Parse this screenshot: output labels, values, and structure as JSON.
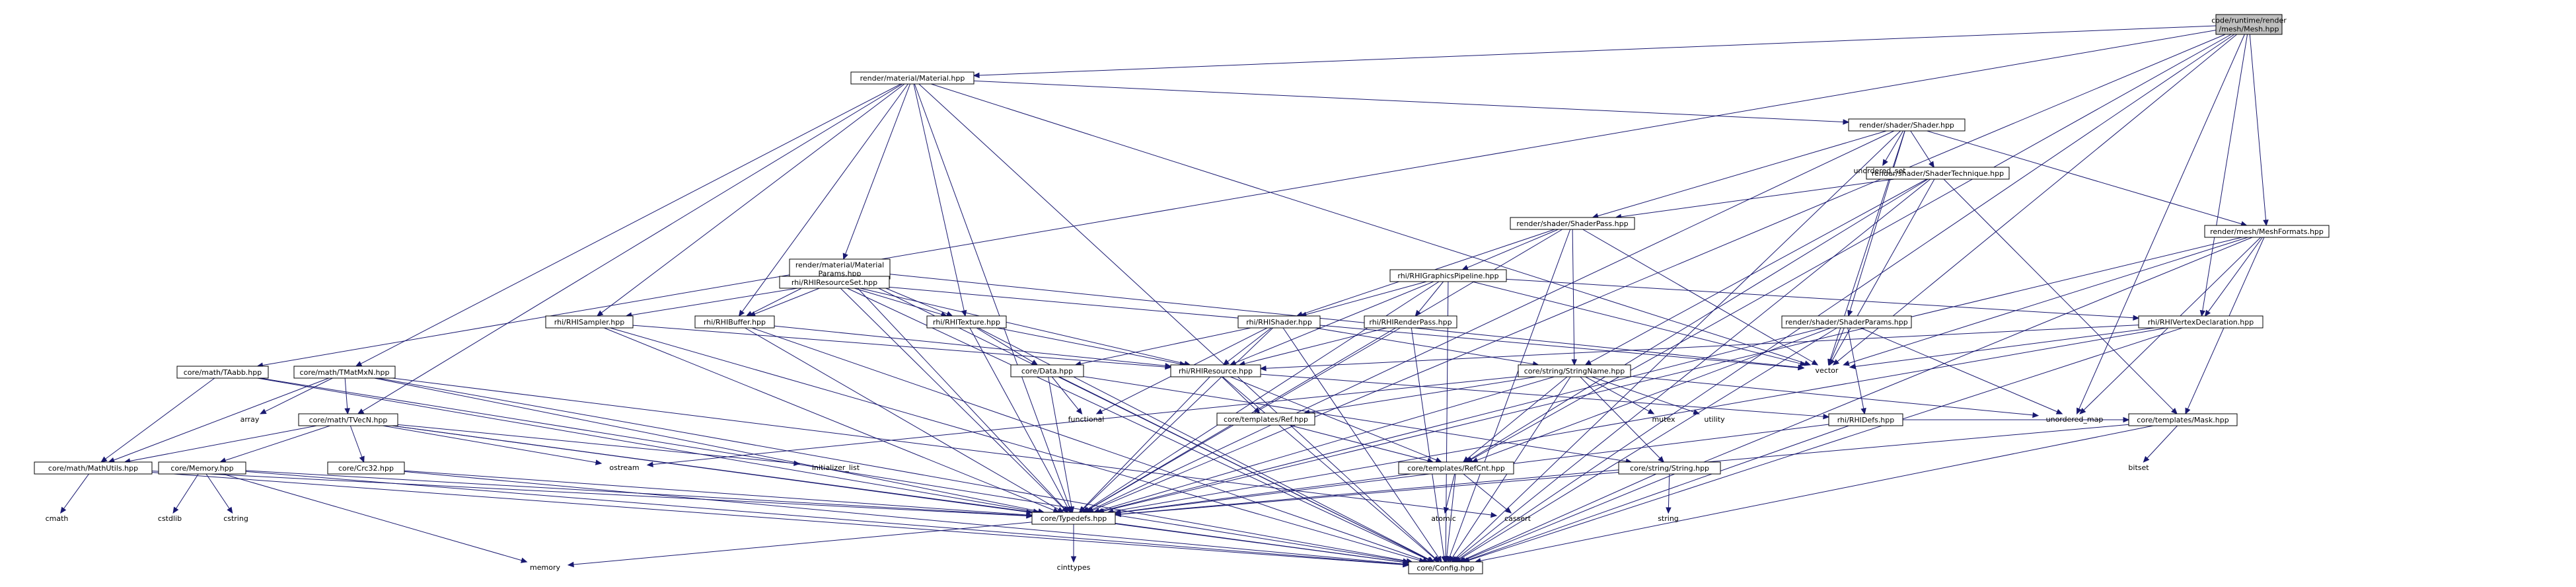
{
  "graph": {
    "nodes": [
      {
        "id": "mesh",
        "label": "code/runtime/render\n/mesh/Mesh.hpp",
        "kind": "root"
      },
      {
        "id": "material",
        "label": "render/material/Material.hpp",
        "kind": "box"
      },
      {
        "id": "shader",
        "label": "render/shader/Shader.hpp",
        "kind": "box"
      },
      {
        "id": "shadertech",
        "label": "render/shader/ShaderTechnique.hpp",
        "kind": "box"
      },
      {
        "id": "shaderpass",
        "label": "render/shader/ShaderPass.hpp",
        "kind": "box"
      },
      {
        "id": "matparams",
        "label": "render/material/Material\nParams.hpp",
        "kind": "box"
      },
      {
        "id": "resset",
        "label": "rhi/RHIResourceSet.hpp",
        "kind": "box"
      },
      {
        "id": "pipeline",
        "label": "rhi/RHIGraphicsPipeline.hpp",
        "kind": "box"
      },
      {
        "id": "meshformats",
        "label": "render/mesh/MeshFormats.hpp",
        "kind": "box"
      },
      {
        "id": "vertexdecl",
        "label": "rhi/RHIVertexDeclaration.hpp",
        "kind": "box"
      },
      {
        "id": "shaderparams",
        "label": "render/shader/ShaderParams.hpp",
        "kind": "box"
      },
      {
        "id": "tmatmxn",
        "label": "core/math/TMatMxN.hpp",
        "kind": "box"
      },
      {
        "id": "taabb",
        "label": "core/math/TAabb.hpp",
        "kind": "box"
      },
      {
        "id": "sampler",
        "label": "rhi/RHISampler.hpp",
        "kind": "box"
      },
      {
        "id": "buffer",
        "label": "rhi/RHIBuffer.hpp",
        "kind": "box"
      },
      {
        "id": "texture",
        "label": "rhi/RHITexture.hpp",
        "kind": "box"
      },
      {
        "id": "rhishader",
        "label": "rhi/RHIShader.hpp",
        "kind": "red"
      },
      {
        "id": "renderpass",
        "label": "rhi/RHIRenderPass.hpp",
        "kind": "red"
      },
      {
        "id": "resource",
        "label": "rhi/RHIResource.hpp",
        "kind": "box"
      },
      {
        "id": "data",
        "label": "core/Data.hpp",
        "kind": "box"
      },
      {
        "id": "stringname",
        "label": "core/string/StringName.hpp",
        "kind": "box"
      },
      {
        "id": "tvecn",
        "label": "core/math/TVecN.hpp",
        "kind": "box"
      },
      {
        "id": "ref",
        "label": "core/templates/Ref.hpp",
        "kind": "box"
      },
      {
        "id": "rhidefs",
        "label": "rhi/RHIDefs.hpp",
        "kind": "box"
      },
      {
        "id": "mask",
        "label": "core/templates/Mask.hpp",
        "kind": "box"
      },
      {
        "id": "mathutils",
        "label": "core/math/MathUtils.hpp",
        "kind": "box"
      },
      {
        "id": "memory",
        "label": "core/Memory.hpp",
        "kind": "box"
      },
      {
        "id": "crc32",
        "label": "core/Crc32.hpp",
        "kind": "box"
      },
      {
        "id": "refcnt",
        "label": "core/templates/RefCnt.hpp",
        "kind": "box"
      },
      {
        "id": "string",
        "label": "core/string/String.hpp",
        "kind": "box"
      },
      {
        "id": "typedefs",
        "label": "core/Typedefs.hpp",
        "kind": "box"
      },
      {
        "id": "config",
        "label": "core/Config.hpp",
        "kind": "box"
      },
      {
        "id": "vector",
        "label": "vector",
        "kind": "plain"
      },
      {
        "id": "unordered_map",
        "label": "unordered_map",
        "kind": "plain"
      },
      {
        "id": "unordered_set",
        "label": "unordered_set",
        "kind": "plain"
      },
      {
        "id": "array",
        "label": "array",
        "kind": "plain"
      },
      {
        "id": "ostream",
        "label": "ostream",
        "kind": "plain"
      },
      {
        "id": "initializer_list",
        "label": "initializer_list",
        "kind": "plain"
      },
      {
        "id": "functional",
        "label": "functional",
        "kind": "plain"
      },
      {
        "id": "mutex",
        "label": "mutex",
        "kind": "plain"
      },
      {
        "id": "utility",
        "label": "utility",
        "kind": "plain"
      },
      {
        "id": "bitset",
        "label": "bitset",
        "kind": "plain"
      },
      {
        "id": "cmath",
        "label": "cmath",
        "kind": "plain"
      },
      {
        "id": "cstdlib",
        "label": "cstdlib",
        "kind": "plain"
      },
      {
        "id": "cstring",
        "label": "cstring",
        "kind": "plain"
      },
      {
        "id": "atomic",
        "label": "atomic",
        "kind": "plain"
      },
      {
        "id": "cassert",
        "label": "cassert",
        "kind": "plain"
      },
      {
        "id": "cinttypes",
        "label": "cinttypes",
        "kind": "plain"
      },
      {
        "id": "memory_std",
        "label": "memory",
        "kind": "plain"
      },
      {
        "id": "string_std",
        "label": "string",
        "kind": "plain"
      }
    ],
    "edges": [
      [
        "mesh",
        "material"
      ],
      [
        "mesh",
        "meshformats"
      ],
      [
        "mesh",
        "vertexdecl"
      ],
      [
        "mesh",
        "taabb"
      ],
      [
        "mesh",
        "vector"
      ],
      [
        "mesh",
        "unordered_map"
      ],
      [
        "mesh",
        "refcnt"
      ],
      [
        "mesh",
        "typedefs"
      ],
      [
        "mesh",
        "config"
      ],
      [
        "material",
        "shader"
      ],
      [
        "material",
        "matparams"
      ],
      [
        "material",
        "tmatmxn"
      ],
      [
        "material",
        "texture"
      ],
      [
        "material",
        "sampler"
      ],
      [
        "material",
        "buffer"
      ],
      [
        "material",
        "tvecn"
      ],
      [
        "material",
        "vector"
      ],
      [
        "material",
        "typedefs"
      ],
      [
        "material",
        "config"
      ],
      [
        "shader",
        "shadertech"
      ],
      [
        "shader",
        "shaderpass"
      ],
      [
        "shader",
        "shaderparams"
      ],
      [
        "shader",
        "meshformats"
      ],
      [
        "shader",
        "unordered_set"
      ],
      [
        "shader",
        "vector"
      ],
      [
        "shader",
        "typedefs"
      ],
      [
        "shader",
        "config"
      ],
      [
        "shadertech",
        "shaderpass"
      ],
      [
        "shadertech",
        "stringname"
      ],
      [
        "shadertech",
        "vector"
      ],
      [
        "shadertech",
        "mask"
      ],
      [
        "shadertech",
        "refcnt"
      ],
      [
        "shadertech",
        "config"
      ],
      [
        "shaderpass",
        "pipeline"
      ],
      [
        "shaderpass",
        "rhishader"
      ],
      [
        "shaderpass",
        "stringname"
      ],
      [
        "shaderpass",
        "vector"
      ],
      [
        "shaderpass",
        "typedefs"
      ],
      [
        "shaderpass",
        "config"
      ],
      [
        "matparams",
        "resset"
      ],
      [
        "matparams",
        "buffer"
      ],
      [
        "matparams",
        "texture"
      ],
      [
        "matparams",
        "vector"
      ],
      [
        "matparams",
        "typedefs"
      ],
      [
        "matparams",
        "config"
      ],
      [
        "resset",
        "sampler"
      ],
      [
        "resset",
        "buffer"
      ],
      [
        "resset",
        "texture"
      ],
      [
        "resset",
        "resource"
      ],
      [
        "resset",
        "vector"
      ],
      [
        "resset",
        "typedefs"
      ],
      [
        "resset",
        "config"
      ],
      [
        "pipeline",
        "rhishader"
      ],
      [
        "pipeline",
        "renderpass"
      ],
      [
        "pipeline",
        "vertexdecl"
      ],
      [
        "pipeline",
        "resource"
      ],
      [
        "pipeline",
        "vector"
      ],
      [
        "pipeline",
        "typedefs"
      ],
      [
        "pipeline",
        "config"
      ],
      [
        "meshformats",
        "vertexdecl"
      ],
      [
        "meshformats",
        "vector"
      ],
      [
        "meshformats",
        "mask"
      ],
      [
        "meshformats",
        "unordered_map"
      ],
      [
        "meshformats",
        "typedefs"
      ],
      [
        "meshformats",
        "config"
      ],
      [
        "vertexdecl",
        "resource"
      ],
      [
        "vertexdecl",
        "vector"
      ],
      [
        "vertexdecl",
        "typedefs"
      ],
      [
        "vertexdecl",
        "config"
      ],
      [
        "shaderparams",
        "rhidefs"
      ],
      [
        "shaderparams",
        "vector"
      ],
      [
        "shaderparams",
        "unordered_map"
      ],
      [
        "shaderparams",
        "refcnt"
      ],
      [
        "shaderparams",
        "typedefs"
      ],
      [
        "shaderparams",
        "config"
      ],
      [
        "tmatmxn",
        "tvecn"
      ],
      [
        "tmatmxn",
        "mathutils"
      ],
      [
        "tmatmxn",
        "array"
      ],
      [
        "tmatmxn",
        "cassert"
      ],
      [
        "tmatmxn",
        "typedefs"
      ],
      [
        "tmatmxn",
        "config"
      ],
      [
        "taabb",
        "mathutils"
      ],
      [
        "taabb",
        "typedefs"
      ],
      [
        "taabb",
        "config"
      ],
      [
        "sampler",
        "resource"
      ],
      [
        "sampler",
        "typedefs"
      ],
      [
        "sampler",
        "config"
      ],
      [
        "buffer",
        "resource"
      ],
      [
        "buffer",
        "typedefs"
      ],
      [
        "buffer",
        "config"
      ],
      [
        "texture",
        "resource"
      ],
      [
        "texture",
        "data"
      ],
      [
        "texture",
        "typedefs"
      ],
      [
        "texture",
        "config"
      ],
      [
        "rhishader",
        "resource"
      ],
      [
        "rhishader",
        "data"
      ],
      [
        "rhishader",
        "stringname"
      ],
      [
        "rhishader",
        "functional"
      ],
      [
        "rhishader",
        "typedefs"
      ],
      [
        "rhishader",
        "config"
      ],
      [
        "renderpass",
        "resource"
      ],
      [
        "renderpass",
        "typedefs"
      ],
      [
        "renderpass",
        "config"
      ],
      [
        "resource",
        "ref"
      ],
      [
        "resource",
        "refcnt"
      ],
      [
        "resource",
        "rhidefs"
      ],
      [
        "resource",
        "typedefs"
      ],
      [
        "resource",
        "config"
      ],
      [
        "data",
        "functional"
      ],
      [
        "data",
        "string"
      ],
      [
        "data",
        "typedefs"
      ],
      [
        "data",
        "config"
      ],
      [
        "stringname",
        "string"
      ],
      [
        "stringname",
        "ref"
      ],
      [
        "stringname",
        "refcnt"
      ],
      [
        "stringname",
        "mutex"
      ],
      [
        "stringname",
        "utility"
      ],
      [
        "stringname",
        "unordered_map"
      ],
      [
        "stringname",
        "ostream"
      ],
      [
        "stringname",
        "typedefs"
      ],
      [
        "stringname",
        "config"
      ],
      [
        "tvecn",
        "mathutils"
      ],
      [
        "tvecn",
        "memory"
      ],
      [
        "tvecn",
        "crc32"
      ],
      [
        "tvecn",
        "ostream"
      ],
      [
        "tvecn",
        "initializer_list"
      ],
      [
        "tvecn",
        "typedefs"
      ],
      [
        "tvecn",
        "config"
      ],
      [
        "ref",
        "refcnt"
      ],
      [
        "rhidefs",
        "mask"
      ],
      [
        "rhidefs",
        "typedefs"
      ],
      [
        "rhidefs",
        "config"
      ],
      [
        "mask",
        "bitset"
      ],
      [
        "mask",
        "typedefs"
      ],
      [
        "mask",
        "config"
      ],
      [
        "mathutils",
        "cmath"
      ],
      [
        "mathutils",
        "typedefs"
      ],
      [
        "mathutils",
        "config"
      ],
      [
        "memory",
        "cstdlib"
      ],
      [
        "memory",
        "cstring"
      ],
      [
        "memory",
        "memory_std"
      ],
      [
        "memory",
        "typedefs"
      ],
      [
        "memory",
        "config"
      ],
      [
        "crc32",
        "typedefs"
      ],
      [
        "crc32",
        "config"
      ],
      [
        "refcnt",
        "atomic"
      ],
      [
        "refcnt",
        "cassert"
      ],
      [
        "refcnt",
        "typedefs"
      ],
      [
        "refcnt",
        "config"
      ],
      [
        "string",
        "string_std"
      ],
      [
        "string",
        "typedefs"
      ],
      [
        "string",
        "config"
      ],
      [
        "typedefs",
        "config"
      ],
      [
        "typedefs",
        "cinttypes"
      ],
      [
        "typedefs",
        "memory_std"
      ]
    ]
  },
  "colors": {
    "edge": "#191970",
    "root_fill": "#bfbfbf",
    "box_fill": "#ffffff",
    "red_border": "#ff0000",
    "text": "#000000"
  }
}
